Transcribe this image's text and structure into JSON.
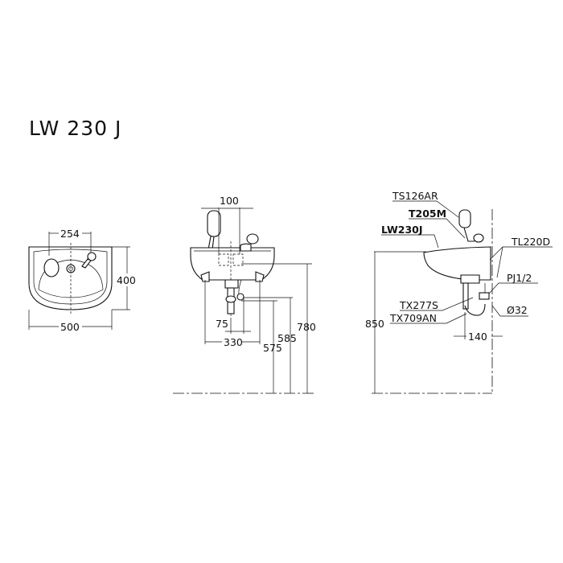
{
  "title": "LW 230 J",
  "top_view": {
    "width_label": "500",
    "depth_label": "400",
    "tap_spacing_label": "254"
  },
  "front_view": {
    "bracket_spacing_label": "100",
    "drain_offset_label": "75",
    "mount_spacing_label": "330",
    "height_575": "575",
    "height_585": "585",
    "height_780": "780"
  },
  "side_view": {
    "parts": [
      "TS126AR",
      "T205M",
      "LW230J",
      "TL220D",
      "PJ1/2",
      "TX277S",
      "TX709AN",
      "Ø32"
    ],
    "height_label": "850",
    "projection_label": "140"
  }
}
